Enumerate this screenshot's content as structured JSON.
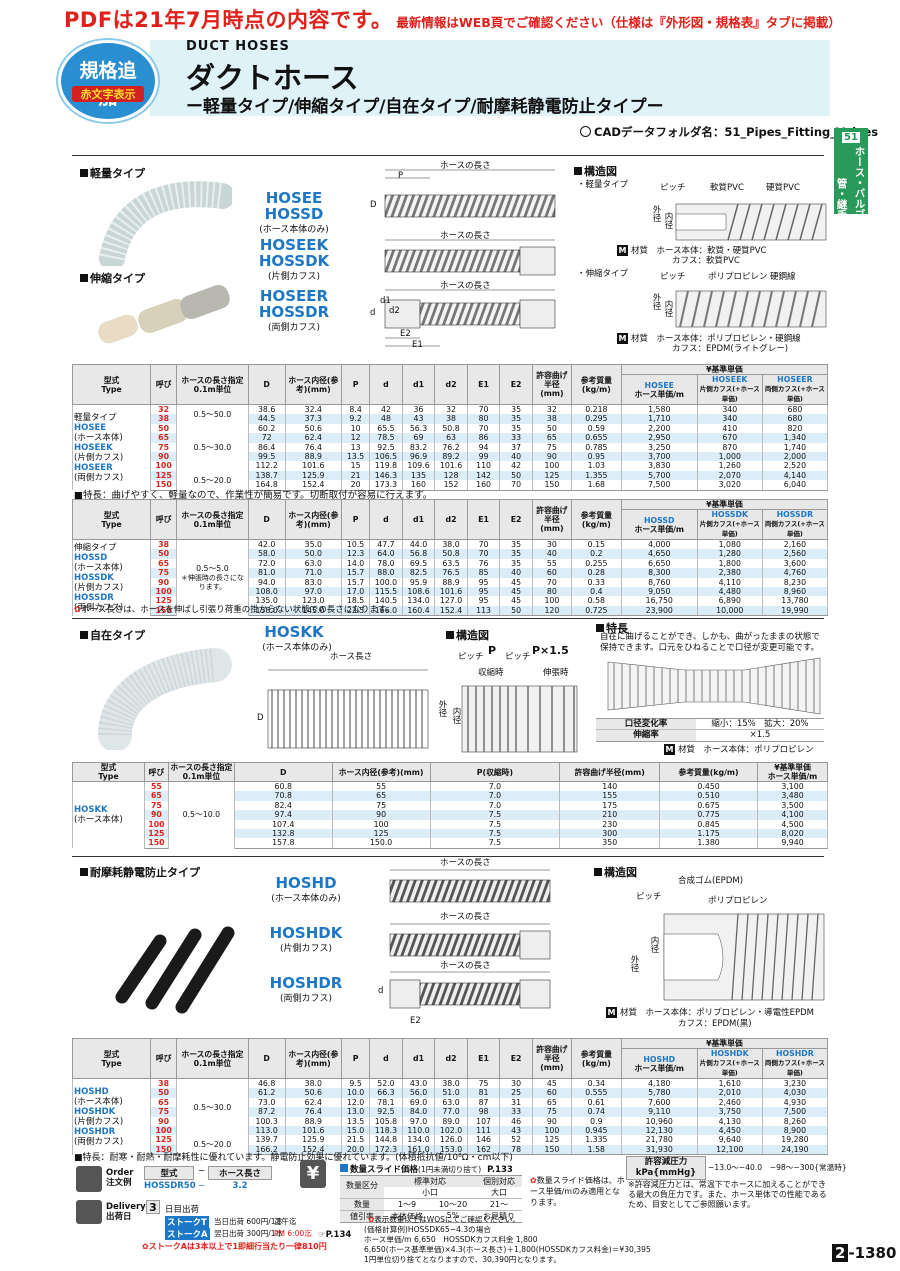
{
  "notice": {
    "main": "PDFは21年7月時点の内容です。",
    "sub": "最新情報はWEB頁でご確認ください（仕様は『外形図・規格表』タブに掲載）"
  },
  "header": {
    "badge_line1": "規格追加",
    "badge_line2": "赤文字表示",
    "title_en": "DUCT HOSES",
    "title_jp": "ダクトホース",
    "subtitle": "ー軽量タイプ/伸縮タイプ/自在タイプ/耐摩耗静電防止タイプー",
    "cad": "CADデータフォルダ名：51_Pipes_Fitting_Valves"
  },
  "side_tab": {
    "num": "51",
    "line1": "管・継手",
    "line2": "ホース・バルブ"
  },
  "page_number": {
    "box": "2",
    "rest": "-1380"
  },
  "s1": {
    "label_light": "軽量タイプ",
    "label_stretch": "伸縮タイプ",
    "models": [
      {
        "name1": "HOSEE",
        "name2": "HOSSD",
        "sub": "(ホース本体のみ)"
      },
      {
        "name1": "HOSEEK",
        "name2": "HOSSDK",
        "sub": "(片側カフス)"
      },
      {
        "name1": "HOSEER",
        "name2": "HOSSDR",
        "sub": "(両側カフス)"
      }
    ],
    "hose_length": "ホースの長さ",
    "dim_labels": {
      "P": "P",
      "D": "D",
      "d": "d",
      "d1": "d1",
      "d2": "d2",
      "E1": "E1",
      "E2": "E2"
    },
    "struct_title": "構造図",
    "light_label": "・軽量タイプ",
    "stretch_label": "・伸縮タイプ",
    "pitch": "ピッチ",
    "soft_pvc": "軟質PVC",
    "hard_pvc": "硬質PVC",
    "outer": "外径",
    "inner": "内径",
    "pp": "ポリプロピレン",
    "steel": "硬鋼線",
    "mat_light_1": "材質　ホース本体：軟質・硬質PVC",
    "mat_light_2": "カフス：軟質PVC",
    "mat_stretch_1": "材質　ホース本体：ポリプロピレン・硬鋼線",
    "mat_stretch_2": "カフス：EPDM(ライトグレー)"
  },
  "table1": {
    "h_type": "型式",
    "h_type_en": "Type",
    "h_size": "呼び",
    "h_length": "ホースの長さ指定0.1m単位",
    "h_D": "D",
    "h_inner": "ホース内径(参考)(mm)",
    "h_P": "P",
    "h_d": "d",
    "h_d1": "d1",
    "h_d2": "d2",
    "h_E1": "E1",
    "h_E2": "E2",
    "h_bend": "許容曲げ半径(mm)",
    "h_mass": "参考質量(kg/m)",
    "h_price": "¥基準単価",
    "p_cols": [
      "HOSEE",
      "HOSEEK",
      "HOSEER"
    ],
    "p_subs": [
      "ホース単価/m",
      "片側カフス(+ホース単価)",
      "両側カフス(+ホース単価)"
    ],
    "type_lines": [
      "軽量タイプ",
      "HOSEE",
      "(ホース本体)",
      "HOSEEK",
      "(片側カフス)",
      "HOSEER",
      "(両側カフス)"
    ],
    "lengths": [
      "0.5〜50.0",
      "0.5〜30.0",
      "0.5〜20.0"
    ],
    "rows": [
      [
        "32",
        "38.6",
        "32.4",
        "8.4",
        "42",
        "36",
        "32",
        "70",
        "35",
        "32",
        "0.218",
        "1,580",
        "340",
        "680"
      ],
      [
        "38",
        "44.5",
        "37.3",
        "9.2",
        "48",
        "43",
        "38",
        "80",
        "35",
        "38",
        "0.295",
        "1,710",
        "340",
        "680"
      ],
      [
        "50",
        "60.2",
        "50.6",
        "10",
        "65.5",
        "56.3",
        "50.8",
        "70",
        "35",
        "50",
        "0.59",
        "2,200",
        "410",
        "820"
      ],
      [
        "65",
        "72",
        "62.4",
        "12",
        "78.5",
        "69",
        "63",
        "86",
        "33",
        "65",
        "0.655",
        "2,950",
        "670",
        "1,340"
      ],
      [
        "75",
        "86.4",
        "76.4",
        "13",
        "92.5",
        "83.2",
        "76.2",
        "94",
        "37",
        "75",
        "0.785",
        "3,250",
        "870",
        "1,740"
      ],
      [
        "90",
        "99.5",
        "88.9",
        "13.5",
        "106.5",
        "96.9",
        "89.2",
        "99",
        "40",
        "90",
        "0.95",
        "3,700",
        "1,000",
        "2,000"
      ],
      [
        "100",
        "112.2",
        "101.6",
        "15",
        "119.8",
        "109.6",
        "101.6",
        "110",
        "42",
        "100",
        "1.03",
        "3,830",
        "1,260",
        "2,520"
      ],
      [
        "125",
        "138.7",
        "125.9",
        "21",
        "146.3",
        "135",
        "128",
        "142",
        "50",
        "125",
        "1.355",
        "5,700",
        "2,070",
        "4,140"
      ],
      [
        "150",
        "164.8",
        "152.4",
        "20",
        "173.3",
        "160",
        "152",
        "160",
        "70",
        "150",
        "1.68",
        "7,500",
        "3,020",
        "6,040"
      ]
    ],
    "feature": "■特長：曲げやすく、軽量なので、作業性が簡易です。切断取付が容易に行えます。"
  },
  "table2": {
    "p_cols": [
      "HOSSD",
      "HOSSDK",
      "HOSSDR"
    ],
    "type_lines": [
      "伸縮タイプ",
      "HOSSD",
      "(ホース本体)",
      "HOSSDK",
      "(片側カフス)",
      "HOSSDR",
      "(両側カフス)"
    ],
    "length": "0.5〜5.0",
    "length_note": "＊伸張時の長さになります。",
    "rows": [
      [
        "38",
        "42.0",
        "35.0",
        "10.5",
        "47.7",
        "44.0",
        "38.0",
        "70",
        "35",
        "30",
        "0.15",
        "4,000",
        "1,080",
        "2,160"
      ],
      [
        "50",
        "58.0",
        "50.0",
        "12.3",
        "64.0",
        "56.8",
        "50.8",
        "70",
        "35",
        "40",
        "0.2",
        "4,650",
        "1,280",
        "2,560"
      ],
      [
        "65",
        "72.0",
        "63.0",
        "14.0",
        "78.0",
        "69.5",
        "63.5",
        "76",
        "35",
        "55",
        "0.255",
        "6,650",
        "1,800",
        "3,600"
      ],
      [
        "75",
        "81.0",
        "71.0",
        "15.7",
        "88.0",
        "82.5",
        "76.5",
        "85",
        "40",
        "60",
        "0.28",
        "8,300",
        "2,380",
        "4,760"
      ],
      [
        "90",
        "94.0",
        "83.0",
        "15.7",
        "100.0",
        "95.9",
        "88.9",
        "95",
        "45",
        "70",
        "0.33",
        "8,760",
        "4,110",
        "8,230"
      ],
      [
        "100",
        "108.0",
        "97.0",
        "17.0",
        "115.5",
        "108.6",
        "101.6",
        "95",
        "45",
        "80",
        "0.4",
        "9,050",
        "4,480",
        "8,960"
      ],
      [
        "125",
        "135.0",
        "123.0",
        "18.5",
        "140.5",
        "134.0",
        "127.0",
        "95",
        "45",
        "100",
        "0.58",
        "16,750",
        "6,890",
        "13,780"
      ],
      [
        "150",
        "158.0",
        "145.0",
        "22.5",
        "166.0",
        "160.4",
        "152.4",
        "113",
        "50",
        "120",
        "0.725",
        "23,900",
        "10,000",
        "19,990"
      ]
    ],
    "note": "ホース長さは、ホースを伸ばし引張り荷重の掛からない状態での長さになります。"
  },
  "s2": {
    "label": "自在タイプ",
    "model": "HOSKK",
    "model_sub": "(ホース本体のみ)",
    "hose_length": "ホース長さ",
    "struct_title": "構造図",
    "pitch": "ピッチ",
    "P": "P",
    "Px": "P×1.5",
    "shrink": "収縮時",
    "stretch": "伸張時",
    "outer": "外径",
    "inner": "内径",
    "feat_title": "特長",
    "feat_text": "自在に曲げることができ、しかも、曲がったままの状態で保持できます。口元をひねることで口径が変更可能です。",
    "ratio_label": "口径変化率",
    "ratio_val": "縮小：15%　拡大：20%",
    "elong_label": "伸縮率",
    "elong_val": "×1.5",
    "material": "材質　ホース本体：ポリプロピレン"
  },
  "table3": {
    "h_P": "P(収縮時)",
    "h_price": "¥基準単価",
    "h_price_sub": "ホース単価/m",
    "type_lines": [
      "HOSKK",
      "(ホース本体)"
    ],
    "length": "0.5〜10.0",
    "rows": [
      [
        "55",
        "60.8",
        "55",
        "7.0",
        "140",
        "0.450",
        "3,100"
      ],
      [
        "65",
        "70.8",
        "65",
        "7.0",
        "155",
        "0.510",
        "3,480"
      ],
      [
        "75",
        "82.4",
        "75",
        "7.0",
        "175",
        "0.675",
        "3,500"
      ],
      [
        "90",
        "97.4",
        "90",
        "7.5",
        "210",
        "0.775",
        "4,100"
      ],
      [
        "100",
        "107.4",
        "100",
        "7.5",
        "230",
        "0.845",
        "4,500"
      ],
      [
        "125",
        "132.8",
        "125",
        "7.5",
        "300",
        "1.175",
        "8,020"
      ],
      [
        "150",
        "157.8",
        "150.0",
        "7.5",
        "350",
        "1.380",
        "9,940"
      ]
    ]
  },
  "s3": {
    "label": "耐摩耗静電防止タイプ",
    "models": [
      {
        "name": "HOSHD",
        "sub": "(ホース本体のみ)"
      },
      {
        "name": "HOSHDK",
        "sub": "(片側カフス)"
      },
      {
        "name": "HOSHDR",
        "sub": "(両側カフス)"
      }
    ],
    "hose_length": "ホースの長さ",
    "struct_title": "構造図",
    "rubber": "合成ゴム(EPDM)",
    "pitch": "ピッチ",
    "pp": "ポリプロピレン",
    "outer": "外径",
    "inner": "内径",
    "mat_1": "材質　ホース本体：ポリプロピレン・導電性EPDM",
    "mat_2": "カフス：EPDM(黒)"
  },
  "table4": {
    "p_cols": [
      "HOSHD",
      "HOSHDK",
      "HOSHDR"
    ],
    "type_lines": [
      "HOSHD",
      "(ホース本体)",
      "HOSHDK",
      "(片側カフス)",
      "HOSHDR",
      "(両側カフス)"
    ],
    "lengths": [
      "0.5〜30.0",
      "0.5〜20.0"
    ],
    "rows": [
      [
        "38",
        "46.8",
        "38.0",
        "9.5",
        "52.0",
        "43.0",
        "38.0",
        "75",
        "30",
        "45",
        "0.34",
        "4,180",
        "1,610",
        "3,230"
      ],
      [
        "50",
        "61.2",
        "50.6",
        "10.0",
        "66.3",
        "56.0",
        "51.0",
        "81",
        "25",
        "60",
        "0.555",
        "5,780",
        "2,010",
        "4,030"
      ],
      [
        "65",
        "73.0",
        "62.4",
        "12.0",
        "78.1",
        "69.0",
        "63.0",
        "87",
        "31",
        "65",
        "0.61",
        "7,600",
        "2,460",
        "4,930"
      ],
      [
        "75",
        "87.2",
        "76.4",
        "13.0",
        "92.5",
        "84.0",
        "77.0",
        "98",
        "33",
        "75",
        "0.74",
        "9,110",
        "3,750",
        "7,500"
      ],
      [
        "90",
        "100.3",
        "88.9",
        "13.5",
        "105.8",
        "97.0",
        "89.0",
        "107",
        "46",
        "90",
        "0.9",
        "10,960",
        "4,130",
        "8,260"
      ],
      [
        "100",
        "113.0",
        "101.6",
        "15.0",
        "118.3",
        "110.0",
        "102.0",
        "111",
        "43",
        "100",
        "0.945",
        "12,130",
        "4,450",
        "8,900"
      ],
      [
        "125",
        "139.7",
        "125.9",
        "21.5",
        "144.8",
        "134.0",
        "126.0",
        "146",
        "52",
        "125",
        "1.335",
        "21,780",
        "9,640",
        "19,280"
      ],
      [
        "150",
        "166.2",
        "152.4",
        "20.0",
        "172.3",
        "161.0",
        "153.0",
        "162",
        "78",
        "150",
        "1.58",
        "31,930",
        "12,100",
        "24,190"
      ]
    ]
  },
  "bottom": {
    "feature": "■特長：耐寒・耐熱・耐摩耗性に優れています。静電防止効果に優れています。(体積抵抗値/10⁸Ω・cm以下)",
    "order": "Order",
    "order_jp": "注文例",
    "order_h1": "型式",
    "order_h2": "ホース長さ",
    "order_v1": "HOSSDR50",
    "order_v2": "3.2",
    "slide_title": "数量スライド価格",
    "slide_note": "(1円未満切り捨て)",
    "slide_page": "P.133",
    "q_h": "数量区分",
    "q_std": "標準対応",
    "q_small": "小口",
    "q_ind": "個別対応",
    "q_big": "大口",
    "q_qty": "数量",
    "q_q1": "1〜9",
    "q_q2": "10〜20",
    "q_q3": "21〜",
    "q_rate": "値引率",
    "q_r1": "本体価格",
    "q_r2": "5%",
    "q_r3": "お見積り",
    "q_asterisk": "表示数量以上はWOSにてご確認ください。",
    "slide_desc": "数量スライド価格は、ホース単価/mのみ適用となります。",
    "calc_1": "(価格計算例)HOSSDK65−4.3の場合",
    "calc_2": "ホース単価/m 6,650　HOSSDKカフス料金 1,800",
    "calc_3": "6,650(ホース基準単価)×4.3(ホース長さ)＋1,800(HOSSDKカフス料金)＝¥30,395",
    "calc_4": "1円単位切り捨てとなりますので、30,390円となります。",
    "pressure_label": "許容減圧力",
    "pressure_unit": "kPa{mmHg}",
    "pressure_vals": "−13.0〜−40.0　−98〜−300{常温時}",
    "pressure_note": "※許容減圧力とは、常温下でホースに加えることができる最大の負圧力です。また、ホース単体での性能であるため、目安としてご参照願います。",
    "delivery": "Delivery",
    "delivery_jp": "出荷日",
    "delivery_days": "3",
    "delivery_unit": "日目出荷",
    "stoke_t": "ストークT",
    "stoke_a": "ストークA",
    "st_t_note": "当日出荷 600円/1本",
    "st_a_note": "翌日出荷 300円/1本",
    "st_t_time": "正午迄",
    "st_a_time": "PM 6:00迄",
    "stoke_note": "ストークAは3本以上で1即細行当たり一律810円",
    "stoke_page": "P.134"
  }
}
